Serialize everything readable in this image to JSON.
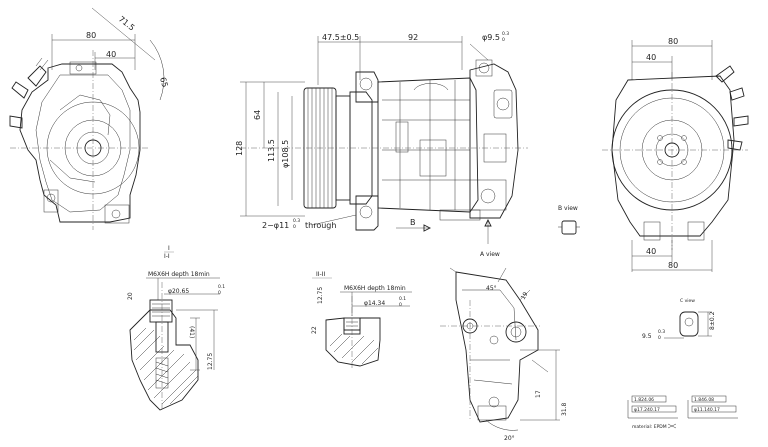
{
  "labels": {
    "dim_71_5": "71.5",
    "dim_80_left": "80",
    "dim_40_left": "40",
    "dim_r65": "65",
    "dim_47_5": "47.5±0.5",
    "dim_92": "92",
    "dim_9_5_top": "φ9.5",
    "dim_128": "128",
    "dim_64": "64",
    "dim_113_5": "113.5",
    "dim_108_5": "φ108.5",
    "through_hole": "2−φ11",
    "through_word": "through",
    "b_arrow": "B",
    "b_view": "B view",
    "a_view": "A view",
    "dim_80_right_top": "80",
    "dim_40_right_top": "40",
    "dim_40_right_bot": "40",
    "dim_80_right_bot": "80",
    "section_1": "I",
    "section_1b": "I-I",
    "thread_1": "M6X6H  depth  18min",
    "dim_20": "20",
    "dim_20_65": "φ20.65",
    "dim_41": "(41)",
    "dim_12_75_a": "12.75",
    "section_2": "II-II",
    "thread_2": "M6X6H  depth  18min",
    "dim_12_75_b": "12.75",
    "dim_14_34": "φ14.34",
    "dim_22": "22",
    "dim_45": "45°",
    "dim_19": "19",
    "dim_17": "17",
    "dim_31_8": "31.8",
    "dim_20deg": "20°",
    "c_view": "C view",
    "dim_8": "8±0.2",
    "dim_9_5_c": "9.5",
    "tol_1a": "1.824.06",
    "tol_1b": "φ17.240.17",
    "tol_2a": "1.846.08",
    "tol_2b": "φ11.140.17",
    "material": "material: EPDM",
    "sup_up": "0.3",
    "sup_lo": "0",
    "sup_up2": "0.1",
    "sup_lo2": "0",
    "sup_up3": "0.3",
    "sup_lo3": "0"
  }
}
